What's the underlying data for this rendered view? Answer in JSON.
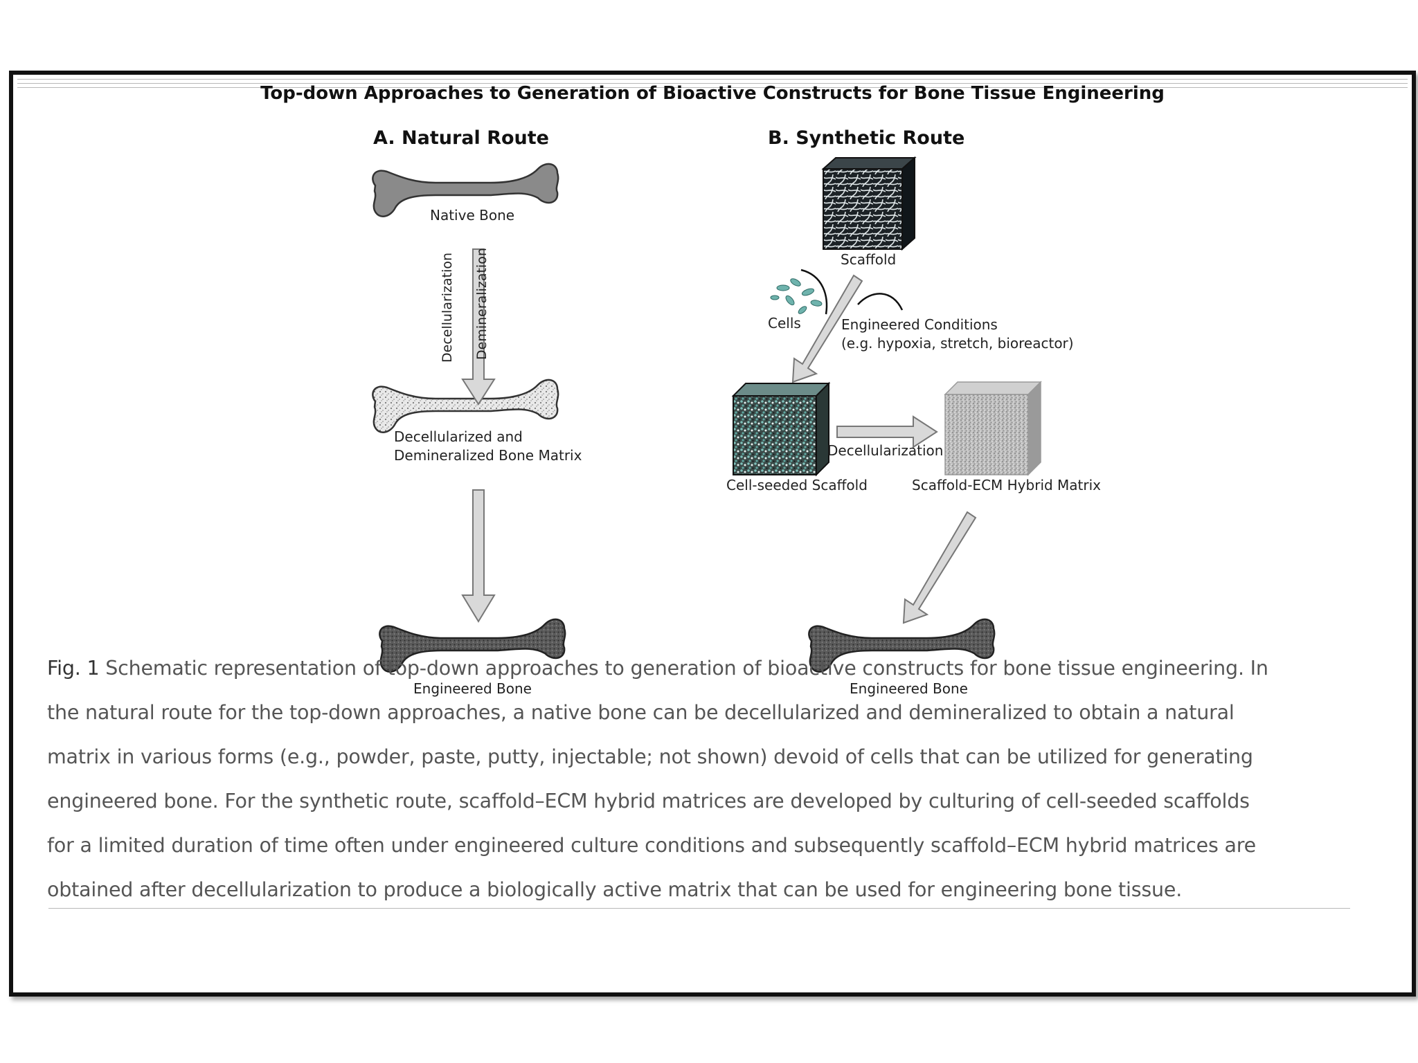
{
  "title": "Top-down Approaches to Generation of Bioactive Constructs for Bone Tissue Engineering",
  "natural_route": {
    "heading": "A.  Natural  Route",
    "native_bone": "Native Bone",
    "process_1": "Decellularization",
    "process_2": "Demineralization",
    "matrix_line1": "Decellularized and",
    "matrix_line2": "Demineralized Bone Matrix",
    "engineered_bone": "Engineered Bone"
  },
  "synthetic_route": {
    "heading": "B. Synthetic Route",
    "scaffold": "Scaffold",
    "cells": "Cells",
    "conditions_line1": "Engineered Conditions",
    "conditions_line2": "(e.g. hypoxia, stretch, bioreactor)",
    "cell_seeded": "Cell-seeded Scaffold",
    "decellularization": "Decellularization",
    "hybrid": "Scaffold-ECM Hybrid Matrix",
    "engineered_bone": "Engineered Bone"
  },
  "caption": {
    "fig_no": "Fig. 1",
    "lines": [
      " Schematic representation of top-down approaches to generation of bioactive constructs for bone tissue engineering. In",
      "the natural route for the top-down approaches, a native bone can be decellularized and demineralized to obtain a natural",
      "matrix in various forms (e.g., powder, paste, putty, injectable; not shown) devoid of cells that can be utilized for generating",
      "engineered bone. For the synthetic route, scaffold–ECM hybrid matrices are developed by culturing of cell-seeded scaffolds",
      "for a limited duration of time often under engineered culture conditions and subsequently scaffold–ECM hybrid matrices are",
      "obtained after decellularization to produce a biologically active matrix that can be used for engineering bone tissue."
    ]
  },
  "colors": {
    "frame": "#111111",
    "arrow_fill": "#d9d9d9",
    "arrow_stroke": "#777777",
    "caption_text": "#555555",
    "cell_teal": "#6fb3ad"
  }
}
